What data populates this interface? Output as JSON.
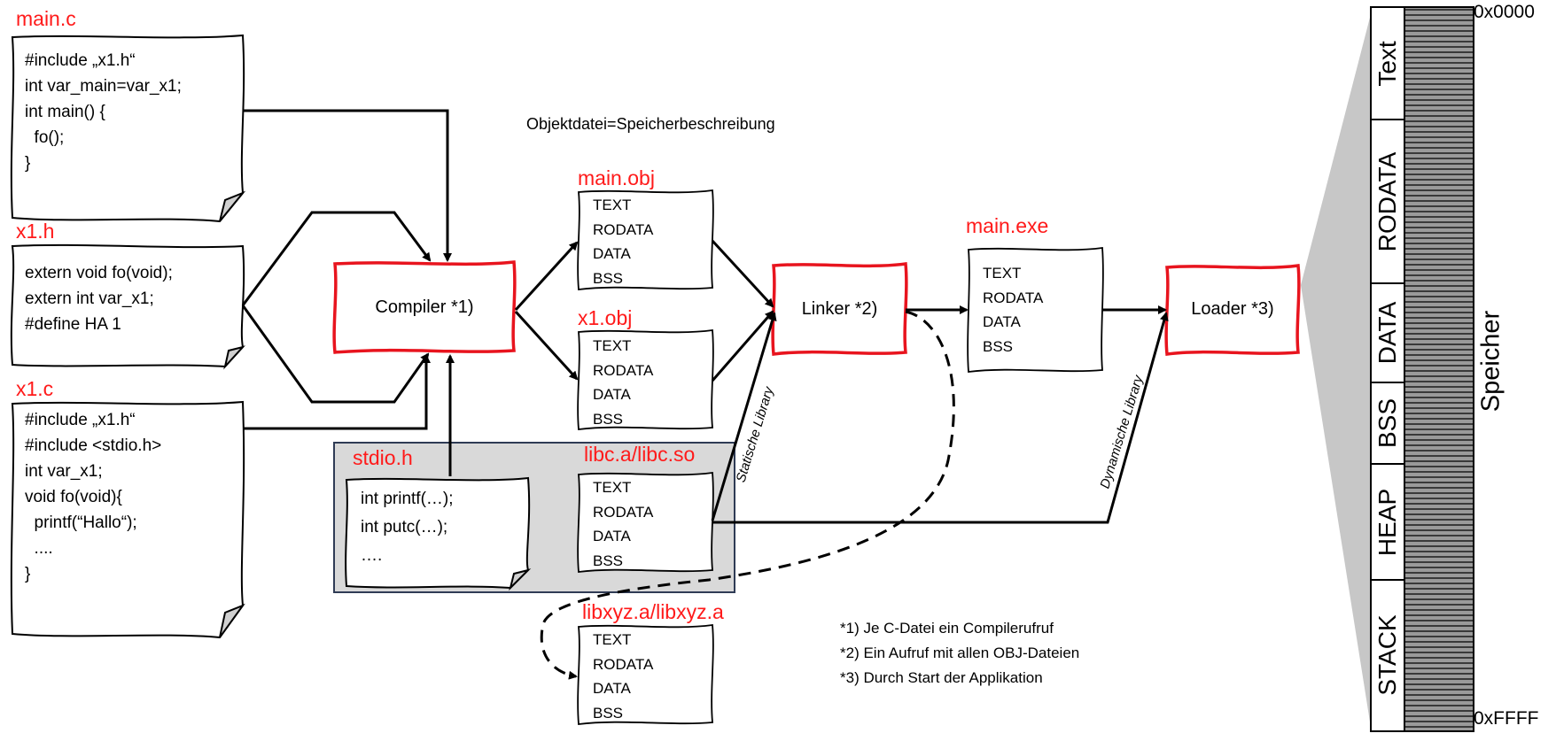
{
  "files": {
    "main_c": {
      "title": "main.c",
      "code": "#include „x1.h“\nint var_main=var_x1;\nint main() {\n  fo();\n}"
    },
    "x1_h": {
      "title": "x1.h",
      "code": "extern void fo(void);\nextern int var_x1;\n#define HA 1"
    },
    "x1_c": {
      "title": "x1.c",
      "code": "#include „x1.h“\n#include <stdio.h>\nint var_x1;\nvoid fo(void){\n  printf(“Hallo“);\n  ....\n}"
    },
    "stdio_h": {
      "title": "stdio.h",
      "code": "int printf(…);\nint putc(…);\n…."
    }
  },
  "header_note": "Objektdatei=Speicherbeschreibung",
  "object_files": {
    "main_obj": {
      "title": "main.obj",
      "segments": "TEXT\nRODATA\nDATA\nBSS"
    },
    "x1_obj": {
      "title": "x1.obj",
      "segments": "TEXT\nRODATA\nDATA\nBSS"
    },
    "libc": {
      "title": "libc.a/libc.so",
      "segments": "TEXT\nRODATA\nDATA\nBSS"
    },
    "libxyz": {
      "title": "libxyz.a/libxyz.a",
      "segments": "TEXT\nRODATA\nDATA\nBSS"
    },
    "main_exe": {
      "title": "main.exe",
      "segments": "TEXT\nRODATA\nDATA\nBSS"
    }
  },
  "tools": {
    "compiler": "Compiler *1)",
    "linker": "Linker *2)",
    "loader": "Loader *3)"
  },
  "edge_labels": {
    "static_lib": "Statische Library",
    "dynamic_lib": "Dynamische Library"
  },
  "footnotes": "*1) Je C-Datei ein Compilerufruf\n*2) Ein Aufruf mit allen OBJ-Dateien\n*3) Durch Start der Applikation",
  "memory": {
    "title": "Speicher",
    "addr_top": "0x0000",
    "addr_bottom": "0xFFFF",
    "segments": [
      "Text",
      "RODATA",
      "DATA",
      "BSS",
      "HEAP",
      "STACK"
    ]
  },
  "colors": {
    "accent_red": "#e8141e",
    "lib_panel_fill": "#d9d9d9",
    "lib_panel_border": "#2f3b55",
    "memory_fill": "#7f7f7f"
  }
}
